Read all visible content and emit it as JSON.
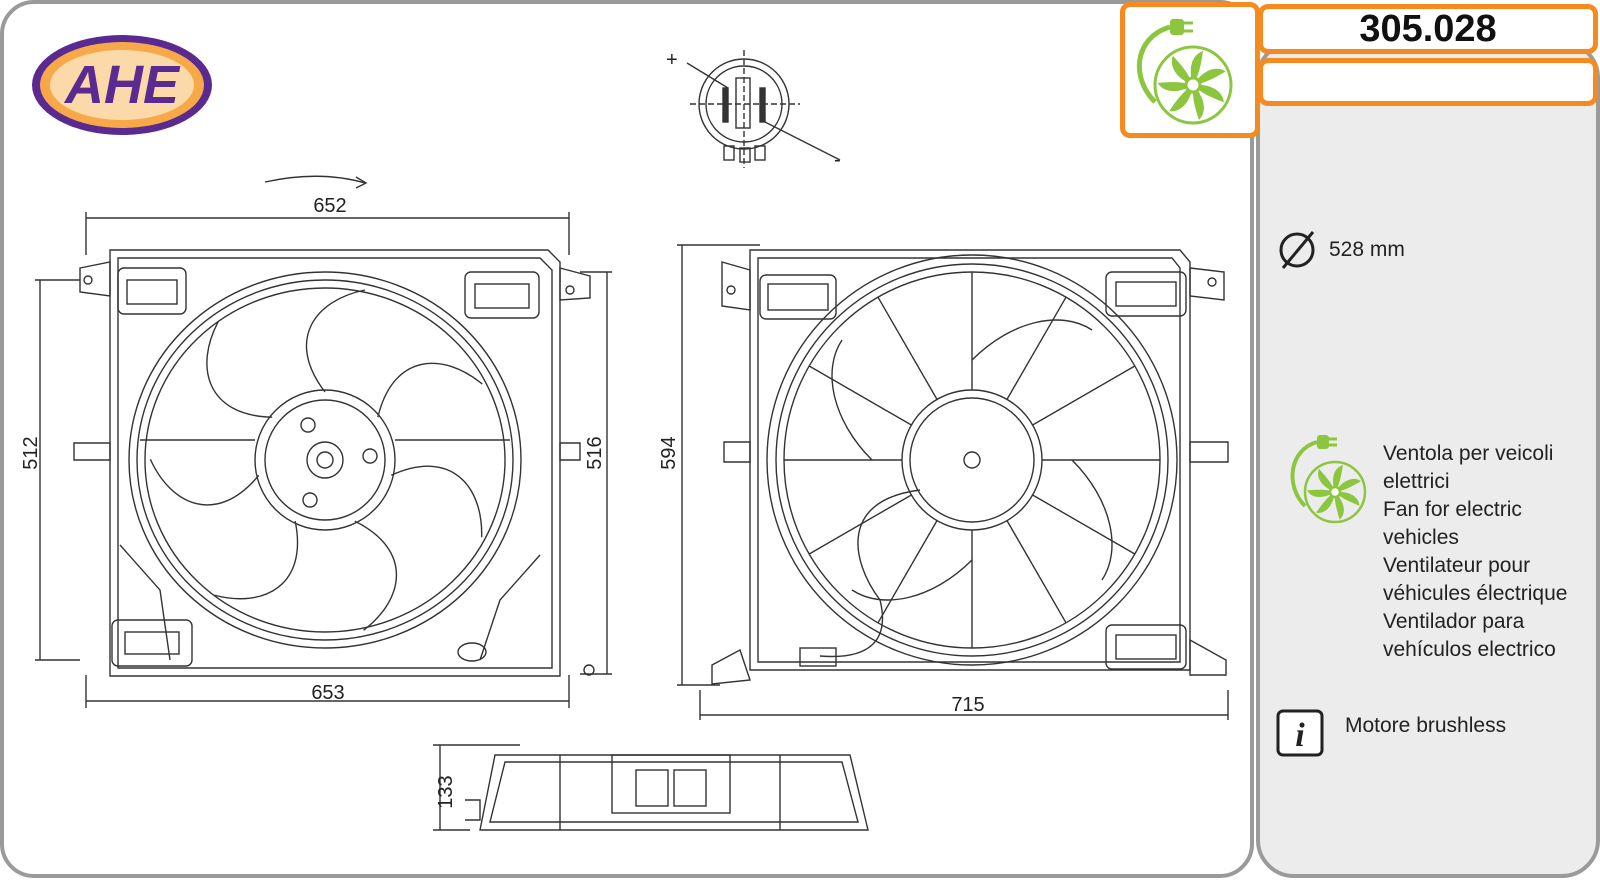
{
  "brand": {
    "logo_text": "AHE"
  },
  "part": {
    "code": "305.028",
    "secondary": ""
  },
  "specs": {
    "diameter": "528 mm",
    "descriptions": [
      "Ventola per veicoli",
      "elettrici",
      "Fan for electric",
      "vehicles",
      "Ventilateur pour",
      "véhicules électrique",
      "Ventilador para",
      "vehículos electrico"
    ],
    "motor": "Motore brushless"
  },
  "connector": {
    "plus": "+",
    "minus": "-"
  },
  "dimensions": {
    "front_top_width": "652",
    "front_bottom_width": "653",
    "front_left_height": "512",
    "front_right_height": "516",
    "rear_height": "594",
    "rear_width": "715",
    "depth": "133"
  },
  "colors": {
    "accent": "#f58a1f",
    "fan_green": "#8cc63f",
    "logo_purple": "#5b2a91",
    "logo_orange": "#f7a94a",
    "frame_gray": "#9a9a9a"
  },
  "icons": [
    "electric-fan-icon",
    "diameter-icon",
    "info-icon"
  ]
}
